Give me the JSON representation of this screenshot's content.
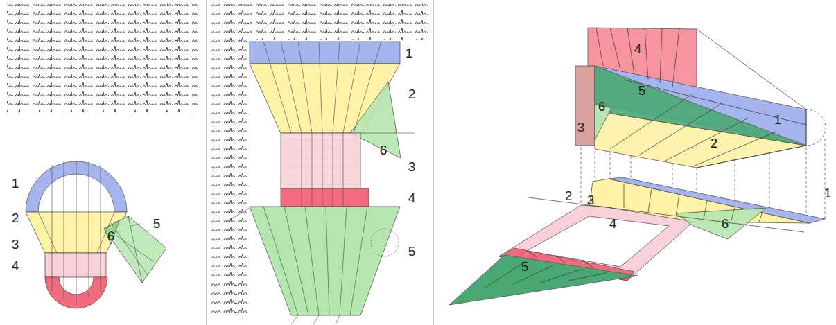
{
  "diagram": {
    "labels": [
      "1",
      "2",
      "3",
      "4",
      "5",
      "6",
      "1",
      "2",
      "6",
      "3",
      "4",
      "5",
      "4",
      "5",
      "6",
      "3",
      "1",
      "2",
      "2",
      "3",
      "4",
      "5",
      "6",
      "1"
    ]
  }
}
